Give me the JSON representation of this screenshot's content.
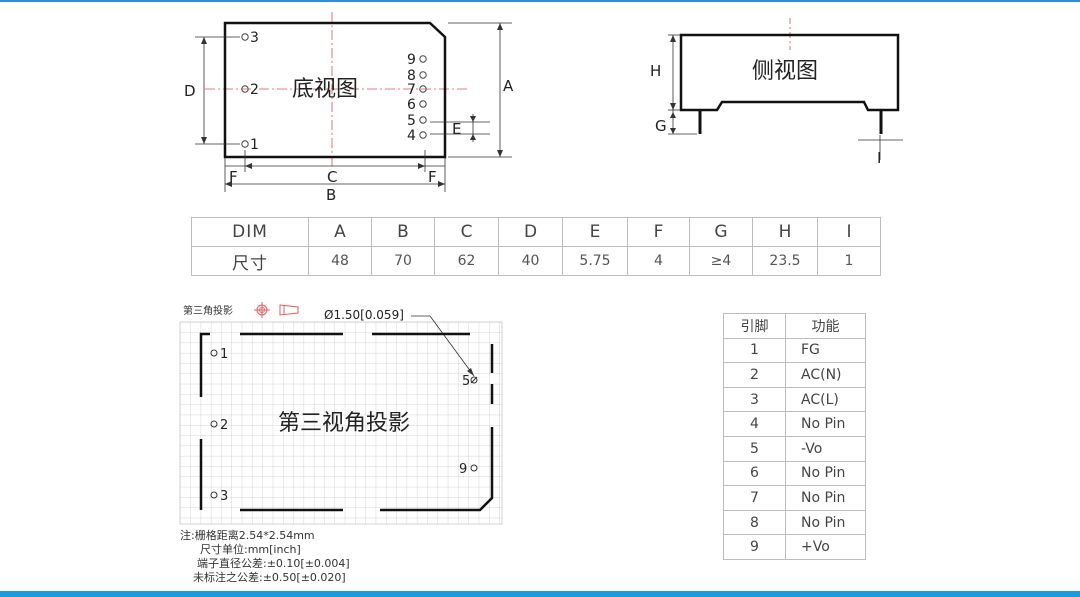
{
  "bottom_view": {
    "title": "底视图",
    "pins": [
      "1",
      "2",
      "3",
      "4",
      "5",
      "6",
      "7",
      "8",
      "9"
    ],
    "dim_labels": {
      "A": "A",
      "B": "B",
      "C": "C",
      "D": "D",
      "E": "E",
      "F": "F"
    }
  },
  "side_view": {
    "title": "侧视图",
    "dim_labels": {
      "G": "G",
      "H": "H",
      "I": "I"
    }
  },
  "dim_table": {
    "row_header_label": "DIM",
    "row_value_label": "尺寸",
    "columns": [
      "A",
      "B",
      "C",
      "D",
      "E",
      "F",
      "G",
      "H",
      "I"
    ],
    "values": [
      "48",
      "70",
      "62",
      "40",
      "5.75",
      "4",
      "≥4",
      "23.5",
      "1"
    ]
  },
  "projection": {
    "legend_label": "第三角投影",
    "hole_callout": "Ø1.50[0.059]",
    "title": "第三视角投影",
    "pin_labels": [
      "1",
      "2",
      "3",
      "5",
      "9"
    ]
  },
  "pin_table": {
    "headers": [
      "引脚",
      "功能"
    ],
    "rows": [
      [
        "1",
        "FG"
      ],
      [
        "2",
        "AC(N)"
      ],
      [
        "3",
        "AC(L)"
      ],
      [
        "4",
        "No Pin"
      ],
      [
        "5",
        "-Vo"
      ],
      [
        "6",
        "No Pin"
      ],
      [
        "7",
        "No Pin"
      ],
      [
        "8",
        "No Pin"
      ],
      [
        "9",
        "+Vo"
      ]
    ]
  },
  "notes": [
    "注:栅格距离2.54*2.54mm",
    "尺寸单位:mm[inch]",
    "端子直径公差:±0.10[±0.004]",
    "未标注之公差:±0.50[±0.020]"
  ],
  "colors": {
    "accent": "#1a9be0",
    "centerline": "#e05050"
  }
}
